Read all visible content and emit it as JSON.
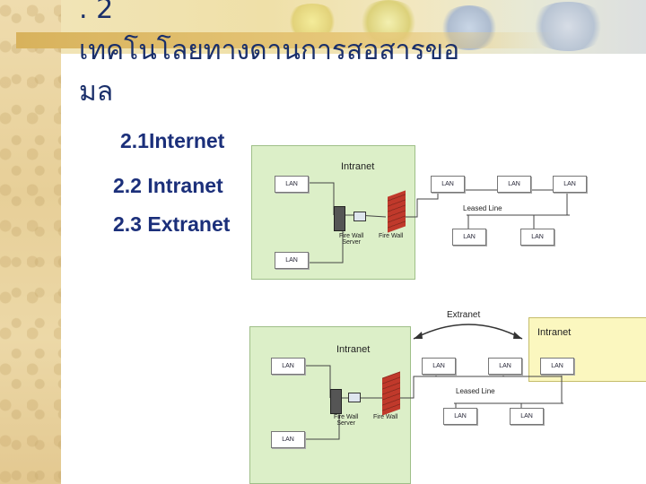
{
  "slide": {
    "title": ". 2\nเทคโนโลยทางดานการสอสารขอ\nมล",
    "bullets": [
      "2.1Internet",
      "2.2 Intranet",
      "2.3 Extranet"
    ]
  },
  "diagram1": {
    "intranet_label": "Intranet",
    "lan": "LAN",
    "server_label": "Fire Wall\nServer",
    "firewall_label": "Fire Wall",
    "leased_line": "Leased Line"
  },
  "diagram2": {
    "extranet_label": "Extranet",
    "intranet_left": "Intranet",
    "intranet_right": "Intranet",
    "lan": "LAN",
    "server_label": "Fire Wall\nServer",
    "firewall_label": "Fire Wall",
    "leased_line": "Leased Line"
  },
  "colors": {
    "title": "#1a2f6a",
    "bullet_text": "#1b2f7a",
    "intranet_green": "#dcefc8",
    "intranet_yellow": "#fbf7bf"
  }
}
